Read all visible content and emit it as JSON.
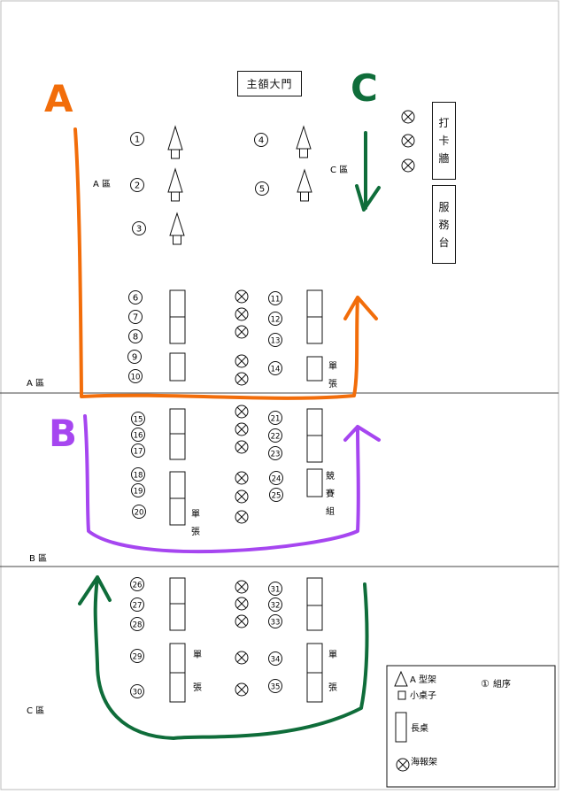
{
  "entrance": "主頟大門",
  "punch_wall": [
    "打",
    "卡",
    "牆"
  ],
  "service_desk": [
    "服",
    "務",
    "台"
  ],
  "zones": {
    "A": "A 區",
    "B": "B 區",
    "C": "C 區"
  },
  "route_letters": {
    "A": "A",
    "B": "B",
    "C": "C"
  },
  "group_numbers": [
    "1",
    "2",
    "3",
    "4",
    "5",
    "6",
    "7",
    "8",
    "9",
    "10",
    "11",
    "12",
    "13",
    "14",
    "15",
    "16",
    "17",
    "18",
    "19",
    "20",
    "21",
    "22",
    "23",
    "24",
    "25",
    "26",
    "27",
    "28",
    "29",
    "30",
    "31",
    "32",
    "33",
    "34",
    "35"
  ],
  "table_notes": {
    "single": [
      "單",
      "張"
    ],
    "contest": [
      "競",
      "賽",
      "組"
    ]
  },
  "legend": {
    "a_rack": "A 型架",
    "small_table": "小桌子",
    "order": "組序",
    "order_symbol": "①",
    "long_table": "長桌",
    "poster_rack": "海報架"
  },
  "colors": {
    "route_a": "#f26d0a",
    "route_b": "#a646f0",
    "route_c": "#0f6d3a"
  }
}
